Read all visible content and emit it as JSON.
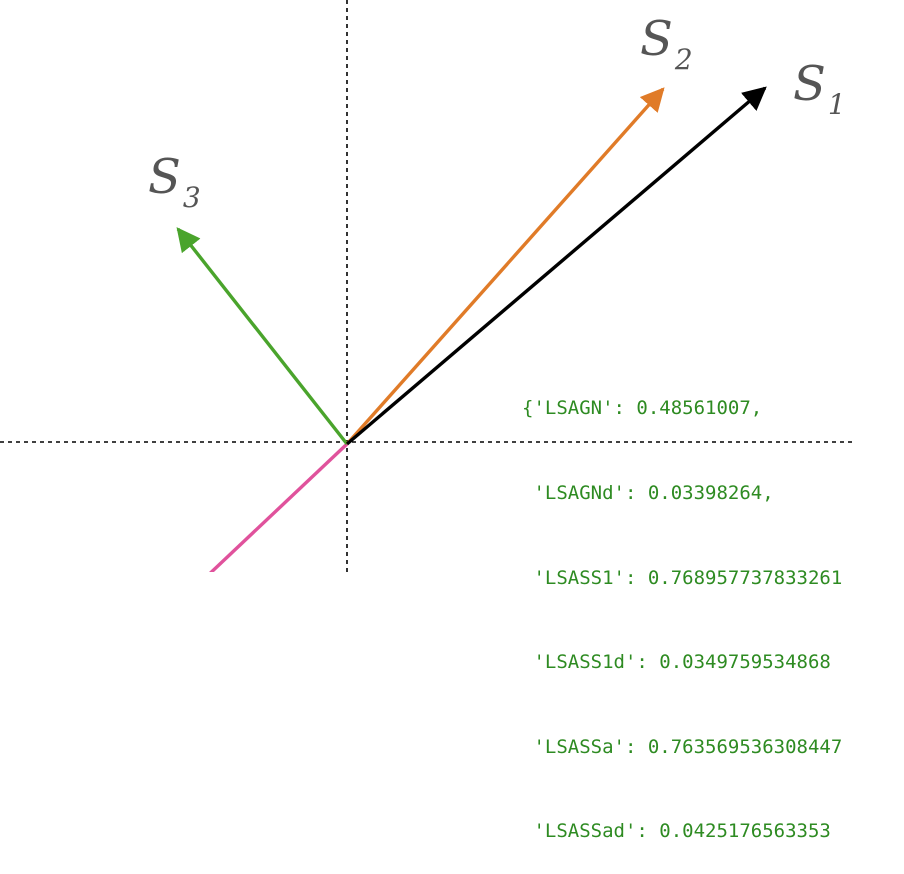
{
  "diagram": {
    "colors": {
      "axes": "#000000",
      "s1": "#000000",
      "s2": "#e07b28",
      "s3": "#4aa42c",
      "extra": "#e0529c",
      "readout": "#2e8b22"
    },
    "vectors": [
      {
        "name": "S1",
        "letter": "S",
        "subscript": "1",
        "color_key": "s1"
      },
      {
        "name": "S2",
        "letter": "S",
        "subscript": "2",
        "color_key": "s2"
      },
      {
        "name": "S3",
        "letter": "S",
        "subscript": "3",
        "color_key": "s3"
      }
    ]
  },
  "readout": {
    "lines": [
      "{'LSAGN': 0.48561007,",
      " 'LSAGNd': 0.03398264,",
      " 'LSASS1': 0.768957737833261",
      " 'LSASS1d': 0.0349759534868",
      " 'LSASSa': 0.763569536308447",
      " 'LSASSad': 0.0425176563353"
    ]
  }
}
